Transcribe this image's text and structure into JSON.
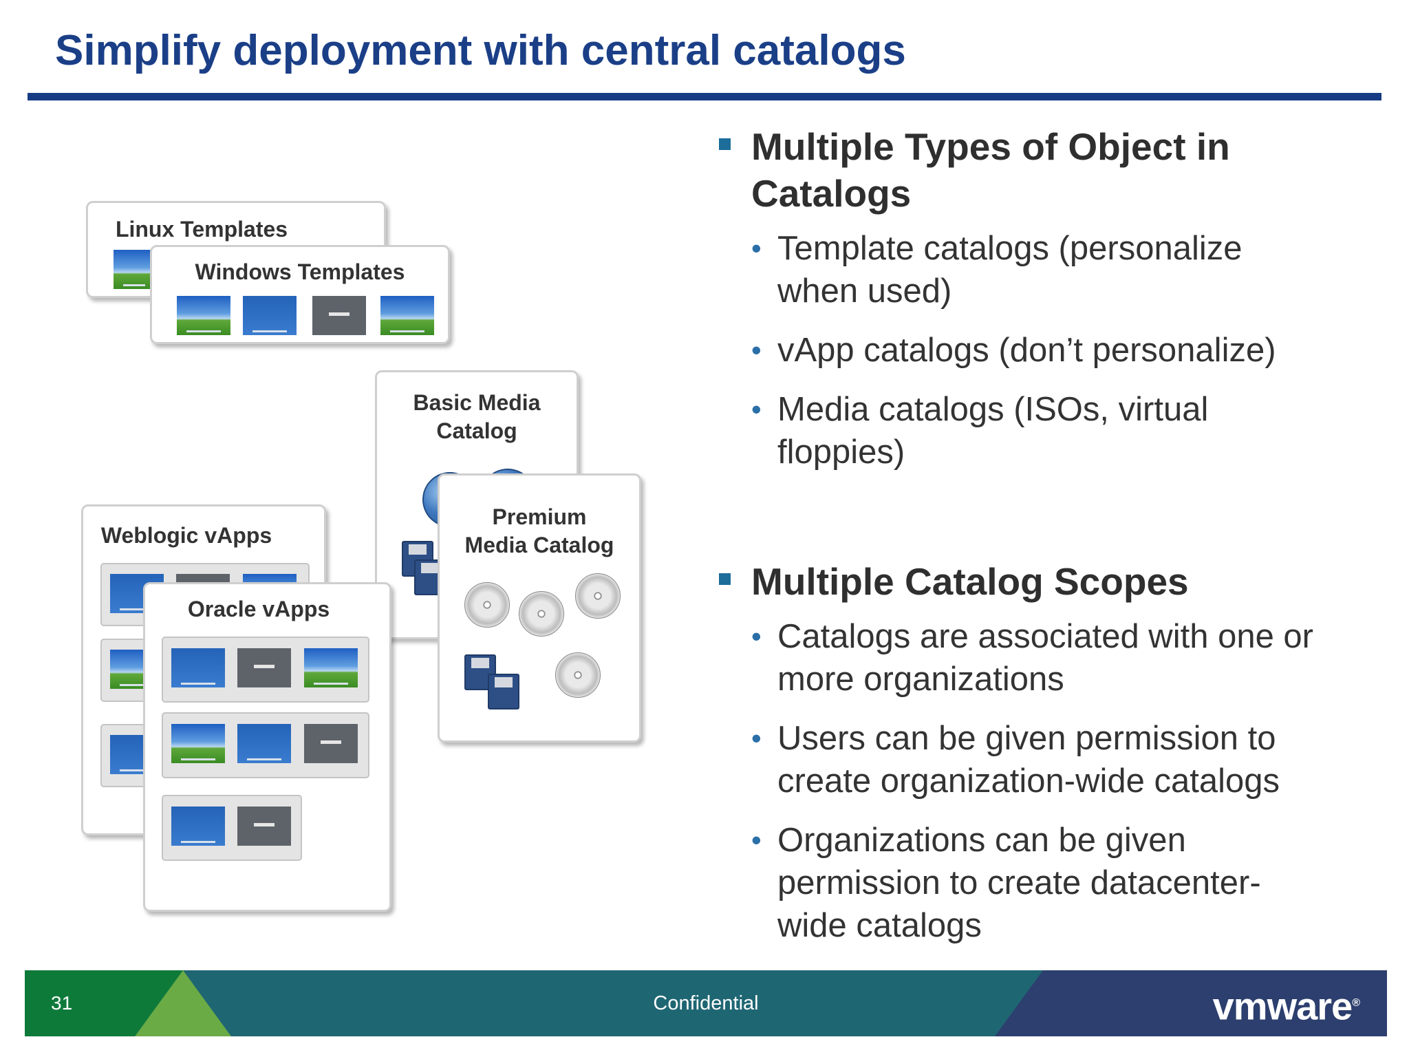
{
  "slide": {
    "title": "Simplify deployment with central catalogs",
    "page_number": "31",
    "footer_center": "Confidential",
    "logo_text": "vmware"
  },
  "sections": [
    {
      "title": "Multiple Types of Object in Catalogs",
      "title_lines": [
        "Multiple Types of Object in",
        "Catalogs"
      ],
      "items": [
        {
          "lines": [
            "Template catalogs (personalize",
            "when used)"
          ]
        },
        {
          "lines": [
            "vApp catalogs (don’t personalize)"
          ]
        },
        {
          "lines": [
            "Media catalogs (ISOs, virtual",
            "floppies)"
          ]
        }
      ]
    },
    {
      "title": "Multiple Catalog Scopes",
      "title_lines": [
        "Multiple Catalog Scopes"
      ],
      "items": [
        {
          "lines": [
            "Catalogs are associated with one or",
            "more organizations"
          ]
        },
        {
          "lines": [
            "Users can be given permission to",
            "create organization-wide catalogs"
          ]
        },
        {
          "lines": [
            "Organizations can be given",
            "permission to create datacenter-",
            "wide catalogs"
          ]
        }
      ]
    }
  ],
  "diagram": {
    "linux_templates": "Linux Templates",
    "windows_templates": "Windows Templates",
    "basic_media_line1": "Basic Media",
    "basic_media_line2": "Catalog",
    "premium_media_line1": "Premium",
    "premium_media_line2": "Media Catalog",
    "weblogic_vapps": "Weblogic vApps",
    "oracle_vapps": "Oracle vApps"
  },
  "colors": {
    "title": "#1b3f87",
    "rule": "#173c84",
    "bullet_marker": "#1c6d9a",
    "footer_teal": "#1f6673",
    "footer_green": "#0e7a3a",
    "footer_lightgreen": "#6aab45",
    "footer_navy": "#2c3f6e"
  }
}
